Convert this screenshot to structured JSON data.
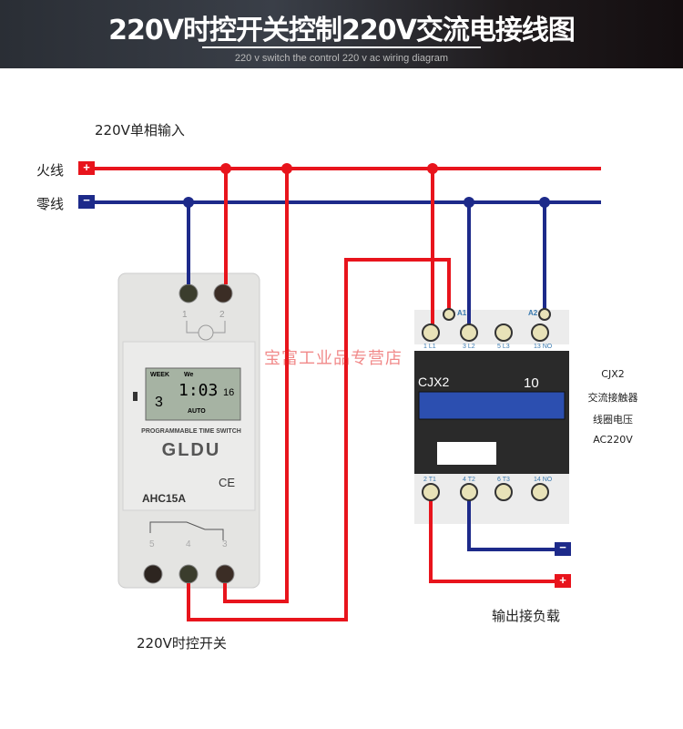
{
  "header": {
    "title": "220V时控开关控制220V交流电接线图",
    "subtitle": "220 v switch the control 220 v ac wiring diagram"
  },
  "labels": {
    "input": "220V单相输入",
    "live": "火线",
    "neutral": "零线",
    "timer": "220V时控开关",
    "output": "输出接负载",
    "plus": "+",
    "minus": "−"
  },
  "timer": {
    "week": "WEEK",
    "day": "We",
    "day_num": "3",
    "time": "1:03",
    "seconds": "16",
    "mode": "AUTO",
    "product": "PROGRAMMABLE TIME SWITCH",
    "brand": "GLDU",
    "model": "AHC15A",
    "ce": "CE",
    "top_terminals": [
      "1",
      "2"
    ],
    "bottom_terminals": [
      "5",
      "4",
      "3"
    ]
  },
  "contactor": {
    "model": "CJX2",
    "rating": "10",
    "coil_a1": "A1",
    "coil_a2": "A2",
    "top_terminals": [
      "1 L1",
      "3 L2",
      "5 L3",
      "13 NO"
    ],
    "bottom_terminals": [
      "2 T1",
      "4 T2",
      "6 T3",
      "14 NO"
    ],
    "info": [
      "CJX2",
      "交流接触器",
      "线圈电压",
      "AC220V"
    ]
  },
  "watermark": "宝富工业品专营店",
  "colors": {
    "live": "#e8141c",
    "neutral": "#1d2a8a"
  }
}
